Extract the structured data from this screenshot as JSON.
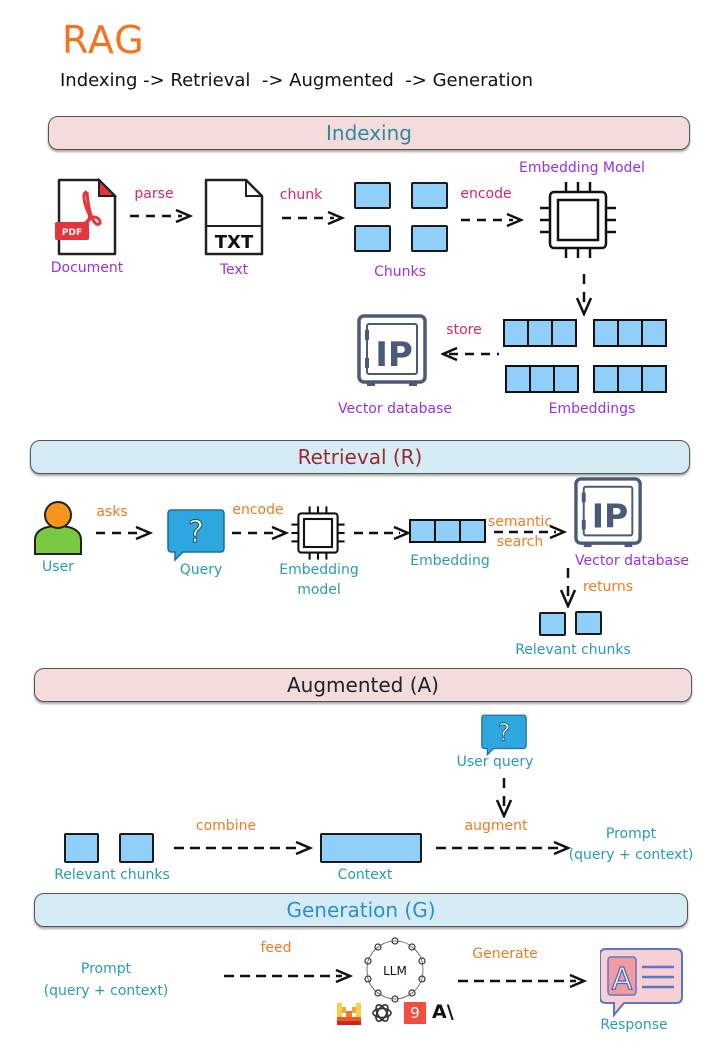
{
  "header": {
    "title": "RAG",
    "subtitle": "Indexing -> Retrieval  -> Augmented  -> Generation"
  },
  "colors": {
    "title": "#f5731e",
    "banner_pink": "#f4dcdc",
    "banner_blue": "#d5ecf7",
    "chunk_fill": "#8fcffa",
    "purple_label": "#9b30e0",
    "red_label": "#e0245e",
    "orange_label": "#f07a22",
    "teal_label": "#2a9cad"
  },
  "sections": {
    "indexing": {
      "title": "Indexing",
      "nodes": {
        "document": "Document",
        "text": "Text",
        "chunks": "Chunks",
        "embedding_model": "Embedding Model",
        "embeddings": "Embeddings",
        "vector_database": "Vector database"
      },
      "edges": {
        "parse": "parse",
        "chunk": "chunk",
        "encode": "encode",
        "store": "store"
      },
      "icons": {
        "pdf_badge": "PDF",
        "txt_badge": "TXT",
        "vault_glyph": "IP"
      }
    },
    "retrieval": {
      "title": "Retrieval (R)",
      "nodes": {
        "user": "User",
        "query": "Query",
        "embedding_model": "Embedding\nmodel",
        "embedding": "Embedding",
        "vector_database": "Vector database",
        "relevant_chunks": "Relevant chunks"
      },
      "edges": {
        "asks": "asks",
        "encode": "encode",
        "semantic_search": "semantic\nsearch",
        "returns": "returns"
      },
      "icons": {
        "query_glyph": "?",
        "vault_glyph": "IP"
      }
    },
    "augmented": {
      "title": "Augmented (A)",
      "nodes": {
        "user_query": "User query",
        "relevant_chunks": "Relevant chunks",
        "context": "Context",
        "prompt": "Prompt\n(query + context)"
      },
      "edges": {
        "combine": "combine",
        "augment": "augment"
      },
      "icons": {
        "query_glyph": "?"
      }
    },
    "generation": {
      "title": "Generation (G)",
      "nodes": {
        "prompt": "Prompt\n(query + context)",
        "llm": "LLM",
        "response": "Response"
      },
      "edges": {
        "feed": "feed",
        "generate": "Generate"
      },
      "icons": {
        "response_glyph": "A",
        "gemma_badge": "9",
        "anthropic_logo": "A\\"
      }
    }
  }
}
